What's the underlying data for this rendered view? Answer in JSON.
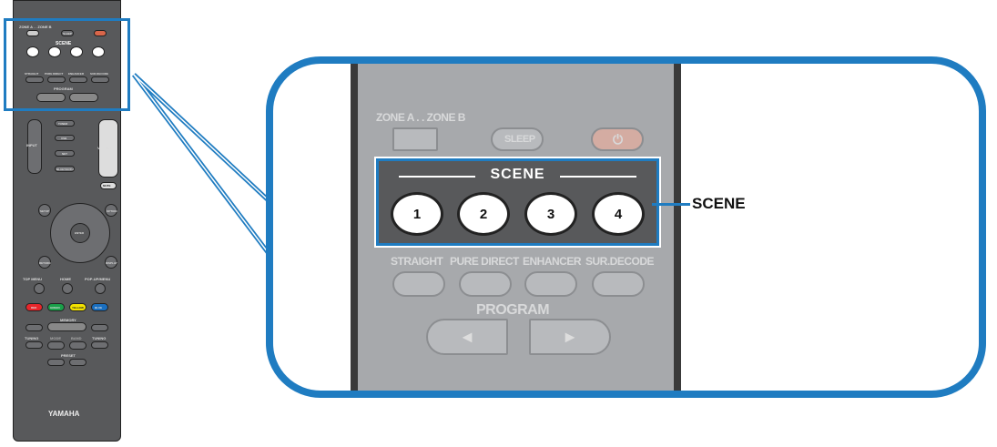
{
  "remote": {
    "zone_label": "ZONE A . . ZONE B",
    "sleep": "SLEEP",
    "power_icon": "power-icon",
    "scene_title": "SCENE",
    "scenes": [
      "1",
      "2",
      "3",
      "4"
    ],
    "program_buttons": [
      "STRAIGHT",
      "PURE DIRECT",
      "ENHANCER",
      "SUR.DECODE"
    ],
    "program_title": "PROGRAM",
    "input": "INPUT",
    "volume": "VOLUME",
    "mute": "MUTE",
    "sources": [
      "TUNER",
      "USB",
      "NET",
      "BLUETOOTH"
    ],
    "setup": "SETUP",
    "option": "OPTION",
    "enter": "ENTER",
    "return": "RETURN",
    "display": "DISPLAY",
    "menus": [
      "TOP MENU",
      "HOME",
      "POP-UP/MENU"
    ],
    "colors": [
      {
        "label": "RED",
        "color": "#e8262b"
      },
      {
        "label": "GREEN",
        "color": "#1aa04a"
      },
      {
        "label": "YELLOW",
        "color": "#f4e300"
      },
      {
        "label": "BLUE",
        "color": "#1a6fc0"
      }
    ],
    "memory": "MEMORY",
    "tuning": "TUNING",
    "mode": "MODE",
    "band": "BAND",
    "preset": "PRESET",
    "brand": "YAMAHA"
  },
  "callout": {
    "label": "SCENE"
  },
  "accent": "#1f7cc1"
}
